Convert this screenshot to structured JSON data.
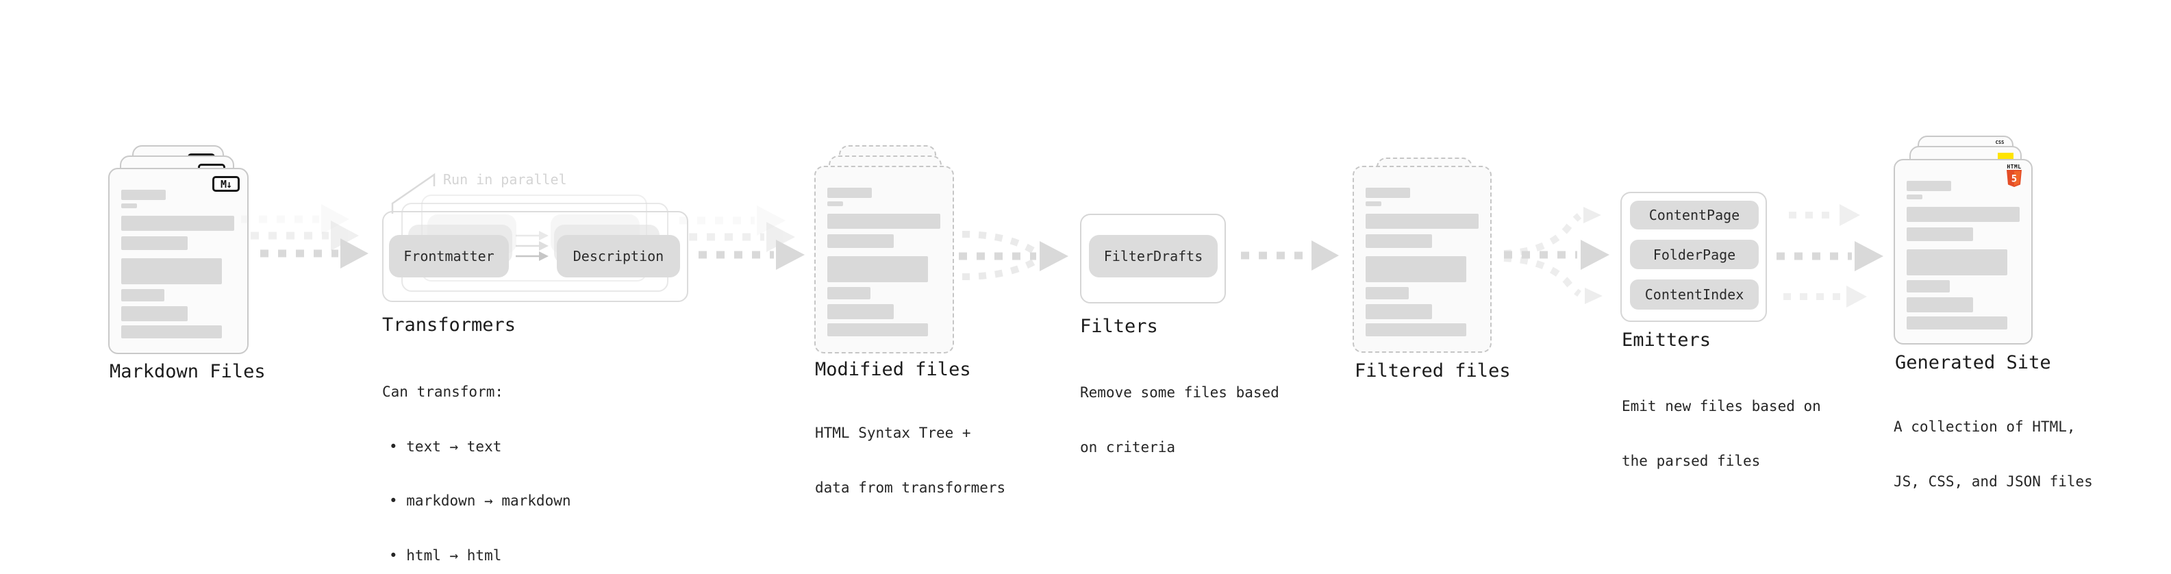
{
  "stages": {
    "markdown": {
      "label": "Markdown Files",
      "badge": "M↓"
    },
    "transformers": {
      "label": "Transformers",
      "note": "Run in parallel",
      "pill_left": "Frontmatter",
      "pill_right": "Description",
      "desc_lines": [
        "Can transform:",
        "• text → text",
        "• markdown → markdown",
        "• html → html"
      ]
    },
    "modified": {
      "label": "Modified files",
      "desc_lines": [
        "HTML Syntax Tree +",
        "data from transformers"
      ]
    },
    "filters": {
      "label": "Filters",
      "pill": "FilterDrafts",
      "desc_lines": [
        "Remove some files based",
        "on criteria"
      ]
    },
    "filtered": {
      "label": "Filtered files"
    },
    "emitters": {
      "label": "Emitters",
      "pills": [
        "ContentPage",
        "FolderPage",
        "ContentIndex"
      ],
      "desc_lines": [
        "Emit new files based on",
        "the parsed files"
      ]
    },
    "generated": {
      "label": "Generated Site",
      "badge_css": "CSS",
      "badge_html_word": "HTML",
      "badge_html_number": "5",
      "desc_lines": [
        "A collection of HTML,",
        "JS, CSS, and JSON files"
      ]
    }
  },
  "colors": {
    "heading_text": "#1c1c1c",
    "body_text": "#262626",
    "note_text": "#d4d4d4",
    "pill_bg": "#dcdcdc",
    "card_border": "#c9c9c9",
    "content_bar": "#d9d9d9",
    "arrow": "#d9d9d9",
    "arrow_faint": "#ededed",
    "html5_orange": "#e44d26",
    "js_yellow": "#ffe400",
    "css_blue": "#2d63e8"
  }
}
